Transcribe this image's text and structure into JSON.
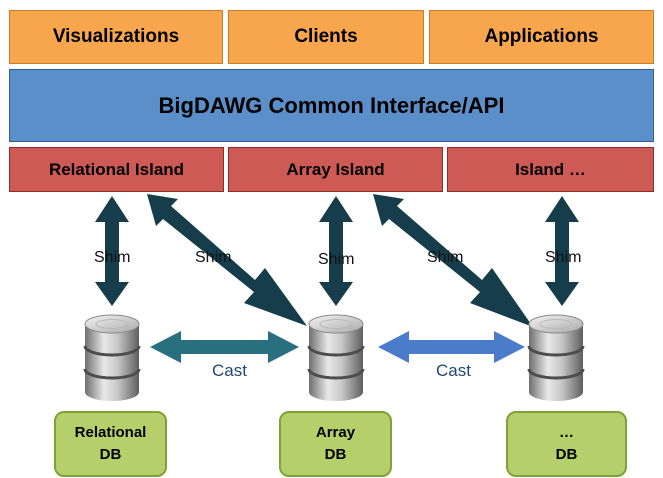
{
  "top_layer": {
    "visualizations": "Visualizations",
    "clients": "Clients",
    "applications": "Applications"
  },
  "api_label": "BigDAWG Common Interface/API",
  "islands": {
    "relational": "Relational Island",
    "array": "Array Island",
    "other": "Island …"
  },
  "shim_label": "Shim",
  "cast_label": "Cast",
  "databases": {
    "relational": {
      "line1": "Relational",
      "line2": "DB"
    },
    "array": {
      "line1": "Array",
      "line2": "DB"
    },
    "other": {
      "line1": "…",
      "line2": "DB"
    }
  },
  "colors": {
    "top_layer": "#f8a64e",
    "api_layer": "#5b8fc9",
    "island_layer": "#cd5a55",
    "db_box": "#b5d06a",
    "shim_arrow": "#163d4c",
    "cast_arrow_left": "#2a6f7f",
    "cast_arrow_right": "#4a7cc9"
  },
  "icons": {
    "database": "database-cylinder-icon"
  }
}
